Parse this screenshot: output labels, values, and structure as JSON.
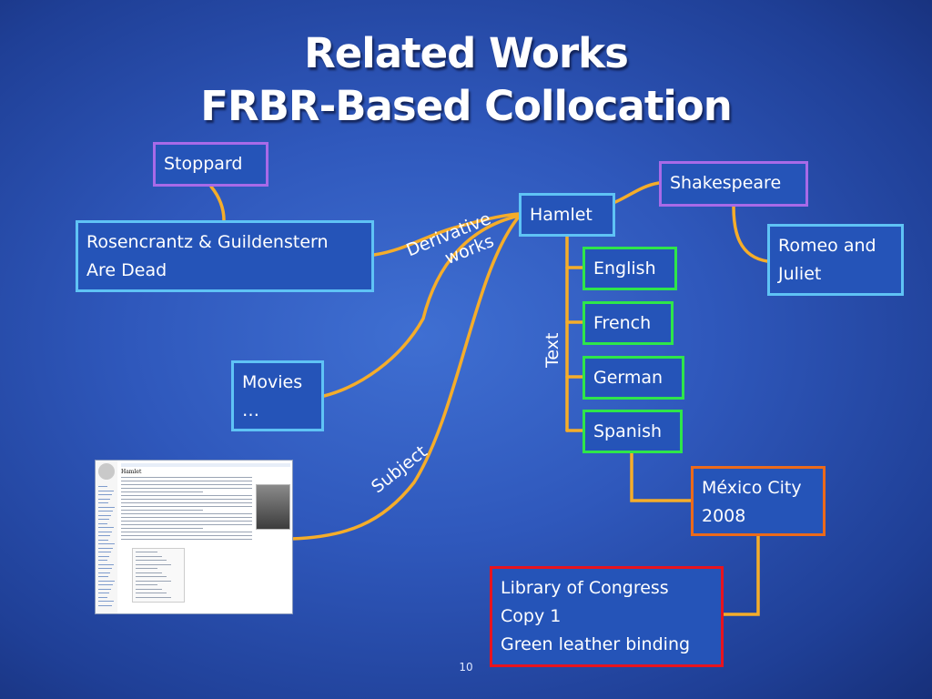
{
  "slide": {
    "title_line1": "Related Works",
    "title_line2": "FRBR-Based Collocation",
    "page_number": "10"
  },
  "nodes": {
    "stoppard": "Stoppard",
    "rosencrantz": [
      "Rosencrantz & Guildenstern",
      "Are Dead"
    ],
    "hamlet": "Hamlet",
    "shakespeare": "Shakespeare",
    "romeo": [
      "Romeo and",
      "Juliet"
    ],
    "english": "English",
    "french": "French",
    "german": "German",
    "spanish": "Spanish",
    "movies": [
      "Movies",
      "…"
    ],
    "mexico": [
      "México City",
      "2008"
    ],
    "library": [
      "Library of Congress",
      "Copy 1",
      "Green leather binding"
    ]
  },
  "edge_labels": {
    "derivative": [
      "Derivative",
      "works"
    ],
    "text": "Text",
    "subject": "Subject"
  },
  "screenshot": {
    "article_title": "Hamlet"
  },
  "colors": {
    "background": "#2f58bc",
    "connector": "#f5ad2a",
    "author_border": "#a86ae8",
    "work_border": "#5fc3f5",
    "expression_border": "#2ee64a",
    "manifestation_border": "#ec6a1a",
    "item_border": "#e8141e"
  }
}
